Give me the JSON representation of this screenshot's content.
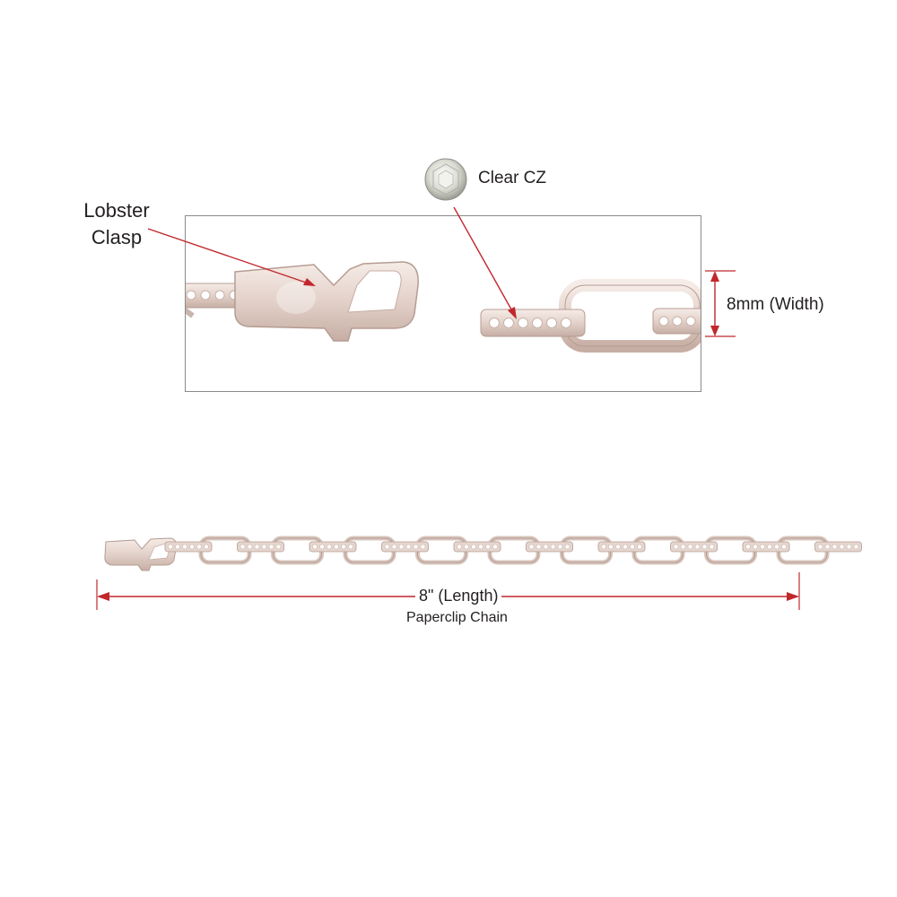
{
  "callouts": {
    "clasp": {
      "line1": "Lobster",
      "line2": "Clasp"
    },
    "stone": "Clear CZ",
    "width": "8mm (Width)"
  },
  "dimensions": {
    "length": "8\" (Length)",
    "product_name": "Paperclip Chain"
  },
  "colors": {
    "metal": "#e8d9d2",
    "metal_shadow": "#c9b2a8",
    "annotation": "#c1272d",
    "frame": "#8a8a8a"
  }
}
